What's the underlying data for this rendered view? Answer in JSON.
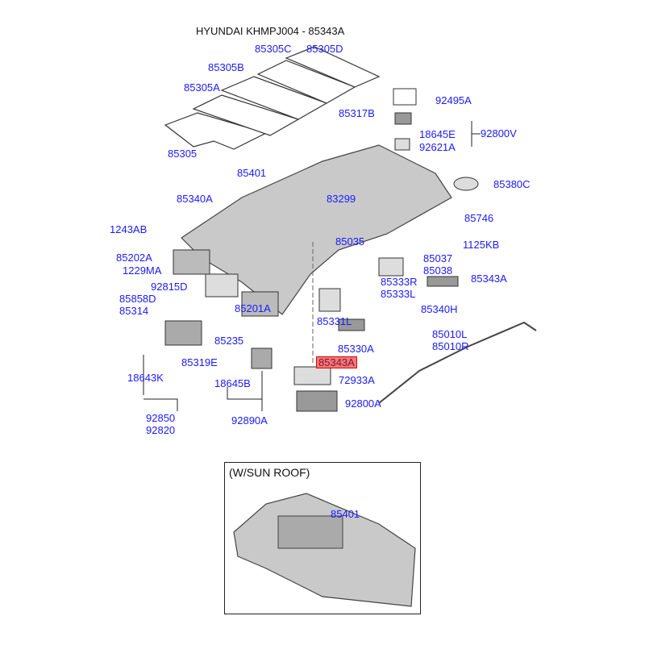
{
  "title": "HYUNDAI KHMPJ004 - 85343A",
  "highlight_color": "#f07a7a",
  "label_color": "#1a1aff",
  "labels": [
    "85305D",
    "85305C",
    "85305B",
    "85305A",
    "85305",
    "85401",
    "85317B",
    "92495A",
    "18645E",
    "92800V",
    "92621A",
    "85380C",
    "85340A",
    "83299",
    "85746",
    "1243AB",
    "85035",
    "1125KB",
    "85202A",
    "85037",
    "85038",
    "1229MA",
    "85333R",
    "85343A",
    "92815D",
    "85333L",
    "85858D",
    "85314",
    "85340H",
    "85201A",
    "85331L",
    "85010L",
    "85010R",
    "85235",
    "85330A",
    "85343A",
    "85319E",
    "18643K",
    "72933A",
    "18645B",
    "92800A",
    "92850",
    "92820",
    "92890A"
  ],
  "inset": {
    "title": "(W/SUN ROOF)",
    "label": "85401"
  }
}
